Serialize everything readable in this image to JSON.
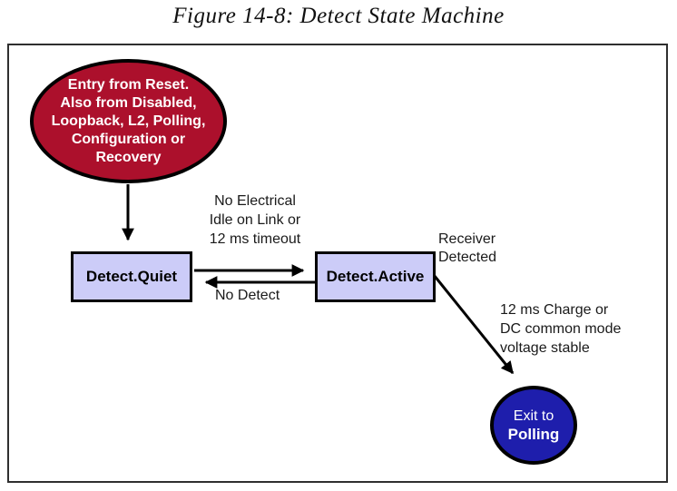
{
  "figure": {
    "title": "Figure 14-8: Detect State Machine"
  },
  "colors": {
    "entry_node_fill": "#AC102C",
    "state_box_fill": "#CCCCF8",
    "exit_node_fill": "#1E1EAC",
    "line_stroke": "#000000",
    "frame_border": "#2F2F2F",
    "entry_text": "#FFFFFF",
    "exit_text": "#FFFFFF"
  },
  "nodes": {
    "entry": {
      "label": "Entry from Reset.\nAlso from Disabled,\nLoopback, L2, Polling,\nConfiguration or\nRecovery"
    },
    "detect_quiet": {
      "label": "Detect.Quiet"
    },
    "detect_active": {
      "label": "Detect.Active"
    },
    "exit": {
      "line1": "Exit to",
      "line2": "Polling"
    }
  },
  "transitions": {
    "quiet_to_active": {
      "label": "No Electrical\nIdle on Link or\n12 ms timeout"
    },
    "active_to_quiet": {
      "label": "No Detect"
    },
    "active_exit_condition": {
      "label": "Receiver\nDetected"
    },
    "active_to_polling": {
      "label": "12 ms Charge or\nDC common mode\nvoltage stable"
    }
  }
}
